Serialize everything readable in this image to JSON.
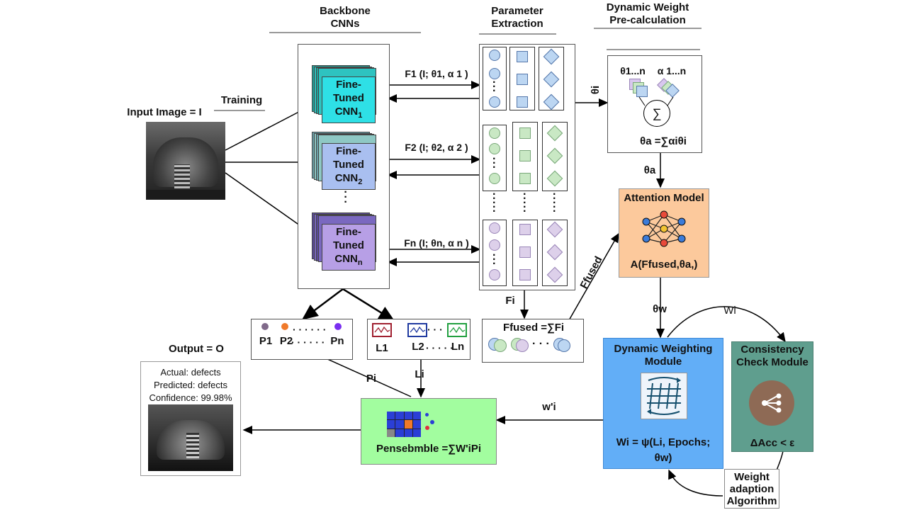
{
  "headers": {
    "backbone": [
      "Backbone",
      "CNNs"
    ],
    "parameter": [
      "Parameter",
      "Extraction"
    ],
    "dynamic": [
      "Dynamic Weight",
      "Pre-calculation"
    ]
  },
  "input": {
    "title": "Input Image = I",
    "training": "Training"
  },
  "cnns": [
    {
      "line1": "Fine-",
      "line2": "Tuned",
      "line3": "CNN",
      "sub": "1",
      "color": "#2ee0e6"
    },
    {
      "line1": "Fine-",
      "line2": "Tuned",
      "line3": "CNN",
      "sub": "2",
      "color": "#a9bff0"
    },
    {
      "line1": "Fine-",
      "line2": "Tuned",
      "line3": "CNN",
      "sub": "n",
      "color": "#b79fe6"
    }
  ],
  "features": {
    "f1": "F1 (I; θ1, α 1 )",
    "f2": "F2 (I; θ2, α 2 )",
    "fn": "Fn (I; θn, α n )"
  },
  "fi_label": "Fi",
  "fused": {
    "formula": "Ffused =∑Fi",
    "side_label": "Ffused"
  },
  "precalc": {
    "theta_label": "θ1...n",
    "alpha_label": "α 1...n",
    "sum_symbol": "∑",
    "formula": "θa =∑αiθi",
    "theta_i": "θi",
    "theta_a": "θa"
  },
  "attention": {
    "title": "Attention Model",
    "formula": "A(Ffused,θa,)",
    "color": "#fcc99c"
  },
  "theta_w": "θw",
  "dynamic_weighting": {
    "title": [
      "Dynamic Weighting",
      "Module"
    ],
    "formula1": "Wi = ψ(Li, Epochs;",
    "formula2": "θw)",
    "color": "#62aef7"
  },
  "consistency": {
    "title": [
      "Consistency",
      "Check Module"
    ],
    "formula": "ΔAcc < ε",
    "color": "#5f9e8e"
  },
  "wi_label": "Wi",
  "weight_adaption": [
    "Weight",
    "adaption",
    "Algorithm"
  ],
  "predictions": {
    "p1": "P1",
    "p2": "P2",
    "pn": "Pn",
    "dots": "· · · · · ·"
  },
  "losses": {
    "l1": "L1",
    "l2": "L2",
    "ln": "Ln",
    "dots": "· · · · ·"
  },
  "pi_label": "Pi",
  "li_label": "Li",
  "w_prime": "w'i",
  "ensemble": {
    "formula": "Pensebmble =∑W'iPi",
    "color": "#a2fd9f"
  },
  "output": {
    "title": "Output = O",
    "actual": "Actual:  defects",
    "predicted": "Predicted: defects",
    "confidence": "Confidence: 99.98%"
  }
}
